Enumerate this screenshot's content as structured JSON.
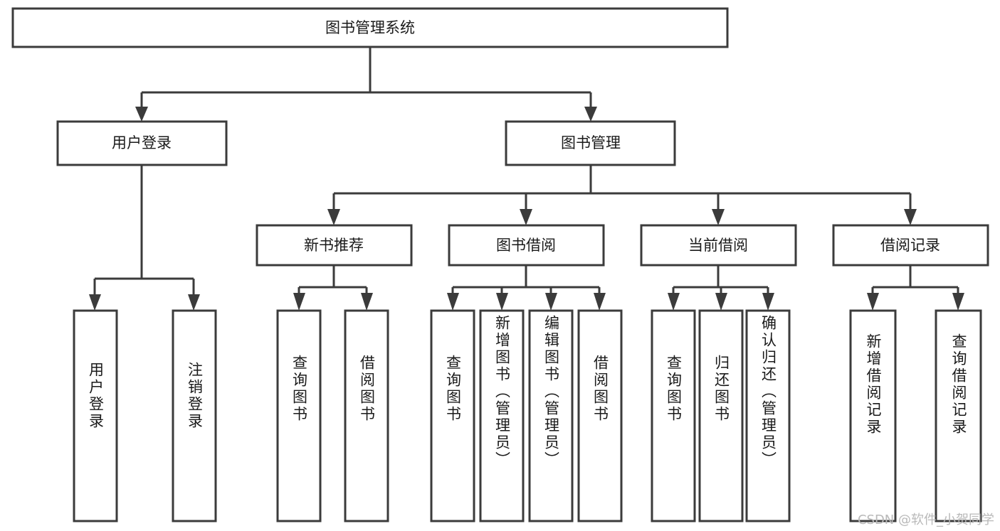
{
  "diagram": {
    "title": "图书管理系统",
    "type": "tree",
    "background_color": "#ffffff",
    "line_color": "#3b3b3b",
    "box_fill": "#ffffff",
    "text_color": "#1a1a1a"
  },
  "root": {
    "label": "图书管理系统"
  },
  "level2": [
    {
      "label": "用户登录"
    },
    {
      "label": "图书管理"
    }
  ],
  "level3": [
    {
      "label": "新书推荐"
    },
    {
      "label": "图书借阅"
    },
    {
      "label": "当前借阅"
    },
    {
      "label": "借阅记录"
    }
  ],
  "leaves": {
    "user_login": [
      {
        "label": "用户登录"
      },
      {
        "label": "注销登录"
      }
    ],
    "new_book_recommend": [
      {
        "label": "查询图书"
      },
      {
        "label": "借阅图书"
      }
    ],
    "book_borrow": [
      {
        "label": "查询图书"
      },
      {
        "label": "新增图书（管理员）"
      },
      {
        "label": "编辑图书（管理员）"
      },
      {
        "label": "借阅图书"
      }
    ],
    "current_borrow": [
      {
        "label": "查询图书"
      },
      {
        "label": "归还图书"
      },
      {
        "label": "确认归还（管理员）"
      }
    ],
    "borrow_record": [
      {
        "label": "新增借阅记录"
      },
      {
        "label": "查询借阅记录"
      }
    ]
  },
  "watermark": {
    "text": "CSDN @软件_小贺同学"
  }
}
